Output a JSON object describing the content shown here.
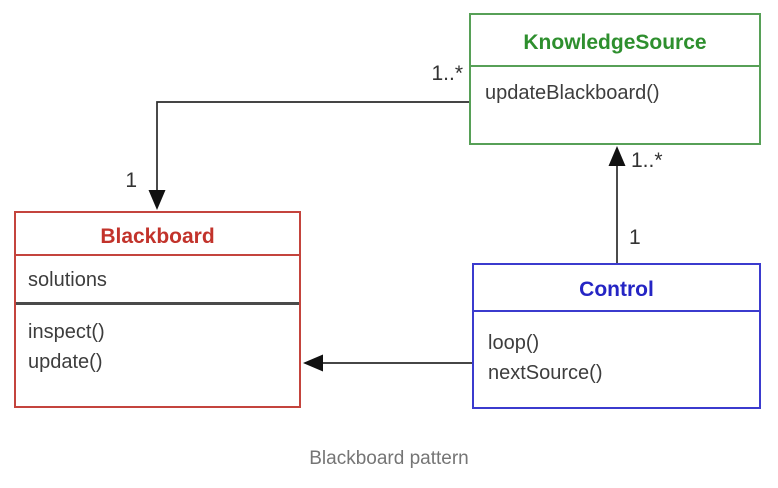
{
  "diagram": {
    "caption": "Blackboard pattern",
    "classes": {
      "knowledge_source": {
        "name": "KnowledgeSource",
        "attributes": [],
        "methods": [
          "updateBlackboard()"
        ],
        "accent_color": "#2e8f2e"
      },
      "blackboard": {
        "name": "Blackboard",
        "attributes": [
          "solutions"
        ],
        "methods": [
          "inspect()",
          "update()"
        ],
        "accent_color": "#c2332b"
      },
      "control": {
        "name": "Control",
        "attributes": [],
        "methods": [
          "loop()",
          "nextSource()"
        ],
        "accent_color": "#2525c4"
      }
    },
    "relations": [
      {
        "from": "KnowledgeSource",
        "to": "Blackboard",
        "from_multiplicity": "1..*",
        "to_multiplicity": "1"
      },
      {
        "from": "Control",
        "to": "KnowledgeSource",
        "from_multiplicity": "1",
        "to_multiplicity": "1..*"
      },
      {
        "from": "Control",
        "to": "Blackboard",
        "from_multiplicity": "",
        "to_multiplicity": ""
      }
    ]
  }
}
